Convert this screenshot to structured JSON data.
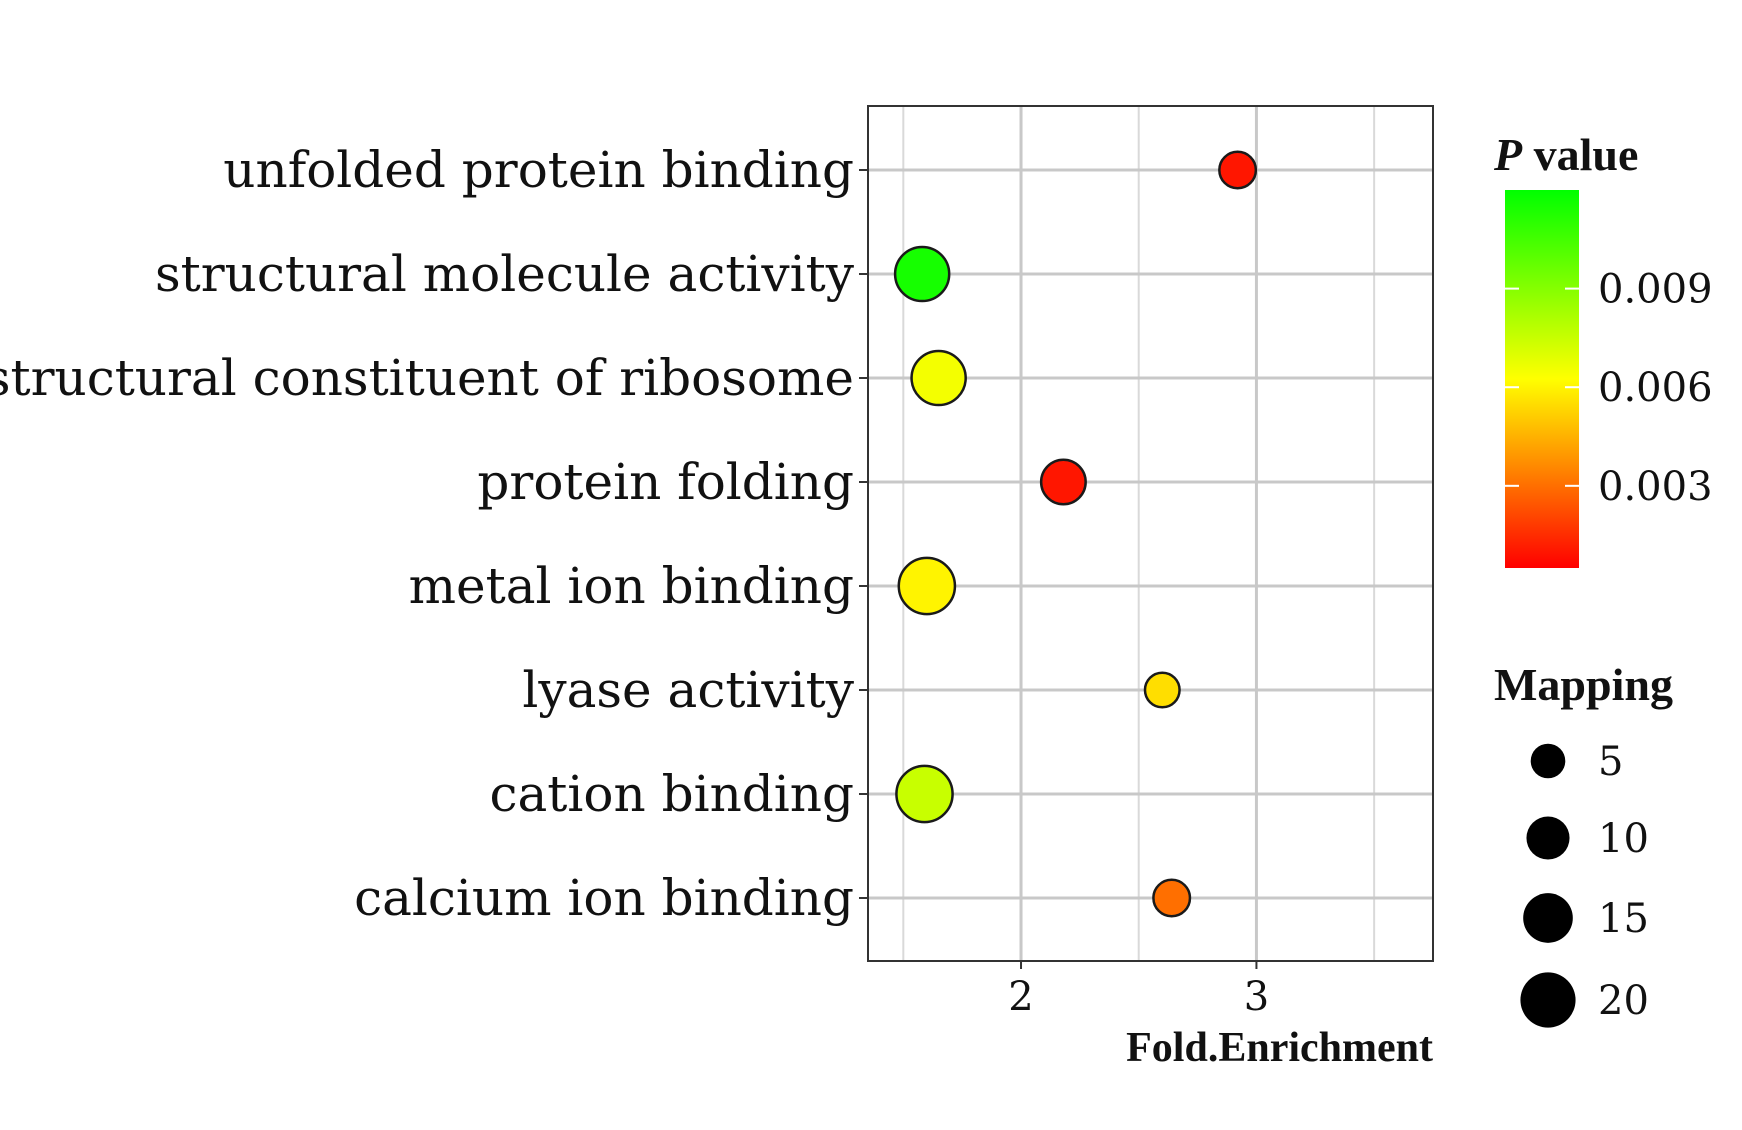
{
  "chart_data": {
    "type": "scatter",
    "xlabel": "Fold.Enrichment",
    "ylabel": "",
    "xlim": [
      1.35,
      3.75
    ],
    "x_ticks": [
      2,
      3
    ],
    "x_tick_labels": [
      "2",
      "3"
    ],
    "x_minor_grid": [
      1.5,
      2.5,
      3.5
    ],
    "grid": true,
    "categories": [
      "unfolded protein binding",
      "structural molecule activity",
      "structural constituent of ribosome",
      "protein folding",
      "metal ion binding",
      "lyase activity",
      "cation binding",
      "calcium ion binding"
    ],
    "points": [
      {
        "term": "unfolded protein binding",
        "fold_enrichment": 2.92,
        "p_value": 0.001,
        "mapping": 6
      },
      {
        "term": "structural molecule activity",
        "fold_enrichment": 1.58,
        "p_value": 0.0115,
        "mapping": 19
      },
      {
        "term": "structural constituent of ribosome",
        "fold_enrichment": 1.65,
        "p_value": 0.0065,
        "mapping": 19
      },
      {
        "term": "protein folding",
        "fold_enrichment": 2.18,
        "p_value": 0.001,
        "mapping": 11
      },
      {
        "term": "metal ion binding",
        "fold_enrichment": 1.6,
        "p_value": 0.006,
        "mapping": 21
      },
      {
        "term": "lyase activity",
        "fold_enrichment": 2.6,
        "p_value": 0.0055,
        "mapping": 5
      },
      {
        "term": "cation binding",
        "fold_enrichment": 1.59,
        "p_value": 0.0075,
        "mapping": 21
      },
      {
        "term": "calcium ion binding",
        "fold_enrichment": 2.64,
        "p_value": 0.003,
        "mapping": 6
      }
    ],
    "color_legend": {
      "title_italic": "P",
      "title_rest": " value",
      "ticks": [
        0.009,
        0.006,
        0.003
      ],
      "tick_labels": [
        "0.009",
        "0.006",
        "0.003"
      ],
      "range": [
        0.0005,
        0.012
      ],
      "low_color": "#ff0000",
      "mid_color": "#ffff00",
      "high_color": "#00ff00",
      "placement": "right"
    },
    "size_legend": {
      "title": "Mapping",
      "values": [
        5,
        10,
        15,
        20
      ],
      "labels": [
        "5",
        "10",
        "15",
        "20"
      ],
      "placement": "right"
    }
  }
}
